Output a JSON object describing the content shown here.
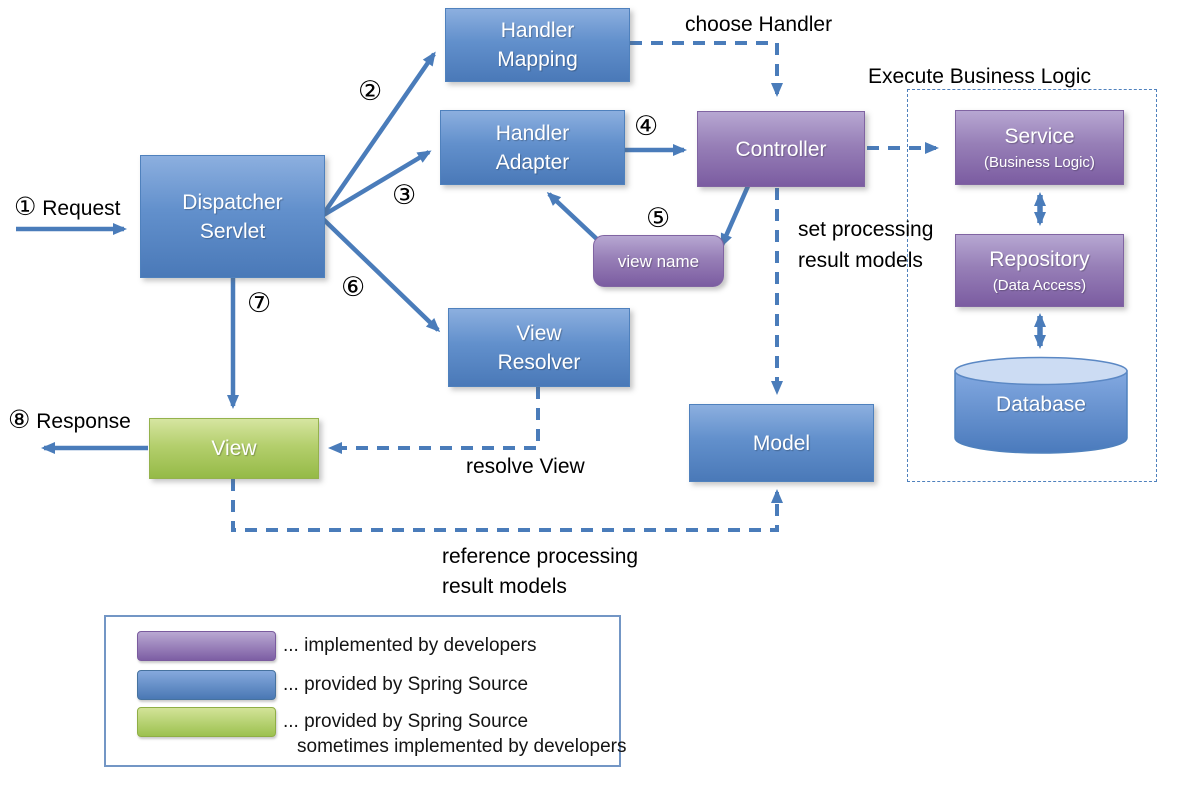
{
  "colors": {
    "blue": "#4f81bd",
    "purple": "#8064a2",
    "green": "#9bbb59",
    "arrow": "#4a7cba",
    "text": "#000000"
  },
  "nodes": {
    "dispatcher_servlet": {
      "line1": "Dispatcher",
      "line2": "Servlet"
    },
    "handler_mapping": {
      "line1": "Handler",
      "line2": "Mapping"
    },
    "handler_adapter": {
      "line1": "Handler",
      "line2": "Adapter"
    },
    "controller": {
      "label": "Controller"
    },
    "view_name": {
      "label": "view name"
    },
    "service": {
      "label": "Service",
      "sublabel": "(Business Logic)"
    },
    "repository": {
      "label": "Repository",
      "sublabel": "(Data Access)"
    },
    "database": {
      "label": "Database"
    },
    "model": {
      "label": "Model"
    },
    "view_resolver": {
      "line1": "View",
      "line2": "Resolver"
    },
    "view": {
      "label": "View"
    }
  },
  "annotations": {
    "request": {
      "step": "①",
      "label": "Request"
    },
    "response": {
      "step": "⑧",
      "label": "Response"
    },
    "choose_handler": "choose Handler",
    "execute_business_logic": "Execute Business Logic",
    "set_processing": {
      "line1": "set processing",
      "line2": "result models"
    },
    "resolve_view": "resolve View",
    "reference_processing": {
      "line1": "reference processing",
      "line2": "result models"
    }
  },
  "steps": {
    "s2": "②",
    "s3": "③",
    "s4": "④",
    "s5": "⑤",
    "s6": "⑥",
    "s7": "⑦"
  },
  "legend": {
    "items": [
      {
        "line1": "... implemented by developers"
      },
      {
        "line1": "... provided by Spring Source"
      },
      {
        "line1": "... provided by Spring Source",
        "line2": "sometimes implemented by developers"
      }
    ]
  }
}
